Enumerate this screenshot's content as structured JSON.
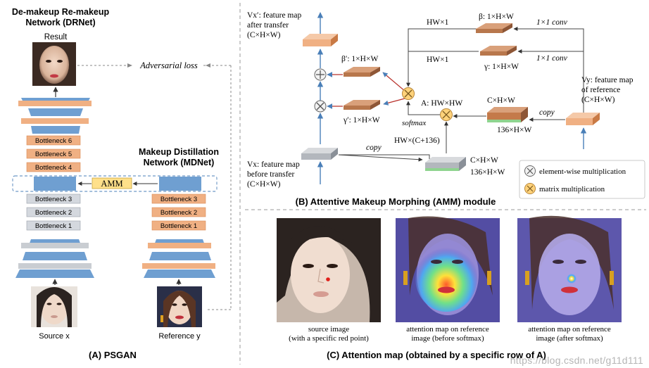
{
  "colors": {
    "blue": "#6f9fd1",
    "blue_dark": "#5b8fc6",
    "orange": "#f0b083",
    "orange_dark": "#cc7f4c",
    "gray": "#c9cdd2",
    "gray_dark": "#9aa0a8",
    "green": "#8fd48f",
    "amm_yellow": "#ffe08a",
    "arrow_blue": "#4a7fb8"
  },
  "panel_a": {
    "title_drnet": "De-makeup Re-makeup",
    "title_drnet2": "Network (DRNet)",
    "result_label": "Result",
    "adversarial_label": "Adversarial loss",
    "mdnet_title": "Makeup Distillation",
    "mdnet_title2": "Network (MDNet)",
    "amm_label": "AMM",
    "drnet_bottlenecks": [
      "Bottleneck 6",
      "Bottleneck 5",
      "Bottleneck 4"
    ],
    "drnet_gray_bottlenecks": [
      "Bottleneck 3",
      "Bottleneck 2",
      "Bottleneck 1"
    ],
    "mdnet_bottlenecks": [
      "Bottleneck 3",
      "Bottleneck 2",
      "Bottleneck 1"
    ],
    "source_label": "Source x",
    "reference_label": "Reference y",
    "caption": "(A) PSGAN"
  },
  "panel_b": {
    "vx_prime_label": [
      "Vx′: feature map",
      "after transfer",
      "(C×H×W)"
    ],
    "vx_label": [
      "Vx: feature map",
      "before transfer",
      "(C×H×W)"
    ],
    "vy_label": [
      "Vy: feature map",
      "of reference",
      "(C×H×W)"
    ],
    "beta_prime": "β′: 1×H×W",
    "gamma_prime": "γ′: 1×H×W",
    "beta": "β: 1×H×W",
    "gamma": "γ: 1×H×W",
    "hw1_top": "HW×1",
    "hw1_mid": "HW×1",
    "conv_top": "1×1 conv",
    "conv_mid": "1×1 conv",
    "a_label": "A: HW×HW",
    "softmax": "softmax",
    "chw_right": "C×H×W",
    "hw136_right": "136×H×W",
    "copy_right": "copy",
    "copy_left": "copy",
    "hwc136": "HW×(C+136)",
    "chw_bottom": "C×H×W",
    "hw136_bottom": "136×H×W",
    "legend_elementwise": "element-wise multiplication",
    "legend_matrix": "matrix multiplication",
    "caption": "(B) Attentive Makeup Morphing (AMM) module"
  },
  "panel_c": {
    "img1_caption": [
      "source image",
      "(with a specific red point)"
    ],
    "img2_caption": [
      "attention map on reference",
      "image (before softmax)"
    ],
    "img3_caption": [
      "attention map on reference",
      "image (after softmax)"
    ],
    "caption": "(C) Attention map (obtained by a specific row of A)"
  },
  "watermark": "https://blog.csdn.net/g11d111"
}
